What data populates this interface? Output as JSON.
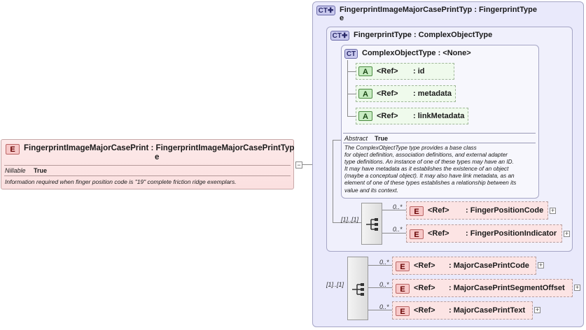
{
  "root_element": {
    "badge": "E",
    "name": "FingerprintImageMajorCasePrint",
    "separator": ":",
    "type_line1": "FingerprintImageMajorCasePrintTyp",
    "type_line2": "e",
    "nillable_label": "Nillable",
    "nillable_value": "True",
    "documentation": "Information required when finger position code is \"19\" complete friction ridge exemplars.",
    "collapse_symbol": "−"
  },
  "outer_type": {
    "badge": "CT",
    "title_line1": "FingerprintImageMajorCasePrintTyp : FingerprintType",
    "title_line2": "e"
  },
  "mid_type": {
    "badge": "CT",
    "title": "FingerprintType : ComplexObjectType"
  },
  "inner_type": {
    "badge": "CT",
    "title": "ComplexObjectType : <None>",
    "attributes": [
      {
        "badge": "A",
        "ref": "<Ref>",
        "name": ": id"
      },
      {
        "badge": "A",
        "ref": "<Ref>",
        "name": ": metadata"
      },
      {
        "badge": "A",
        "ref": "<Ref>",
        "name": ": linkMetadata"
      }
    ],
    "abstract_label": "Abstract",
    "abstract_value": "True",
    "documentation": [
      "The ComplexObjectType type provides a base class",
      "for object definition, association definitions, and external adapter",
      "type definitions. An instance of one of these types may have an ID.",
      "It may have metadata as it establishes the existence of an object",
      "(maybe a conceptual object). It may also have link metadata, as an",
      "element of one of these types establishes a relationship between its",
      "value and its context."
    ]
  },
  "mid_sequence": {
    "occurrence": "[1]..[1]",
    "elements": [
      {
        "badge": "E",
        "occurrence": "0..*",
        "ref": "<Ref>",
        "name": ": FingerPositionCode",
        "expand": "+"
      },
      {
        "badge": "E",
        "occurrence": "0..*",
        "ref": "<Ref>",
        "name": ": FingerPositionIndicator",
        "expand": "+"
      }
    ]
  },
  "outer_sequence": {
    "occurrence": "[1]..[1]",
    "elements": [
      {
        "badge": "E",
        "occurrence": "0..*",
        "ref": "<Ref>",
        "name": ": MajorCasePrintCode",
        "expand": "+"
      },
      {
        "badge": "E",
        "occurrence": "0..*",
        "ref": "<Ref>",
        "name": ": MajorCasePrintSegmentOffset",
        "expand": "+"
      },
      {
        "badge": "E",
        "occurrence": "0..*",
        "ref": "<Ref>",
        "name": ": MajorCasePrintText",
        "expand": "+"
      }
    ]
  },
  "colors": {
    "element_fill": "#fce4e4",
    "attribute_fill": "#effaec",
    "type_fill": "#e9e9fb",
    "connector": "#8a8a8a"
  }
}
